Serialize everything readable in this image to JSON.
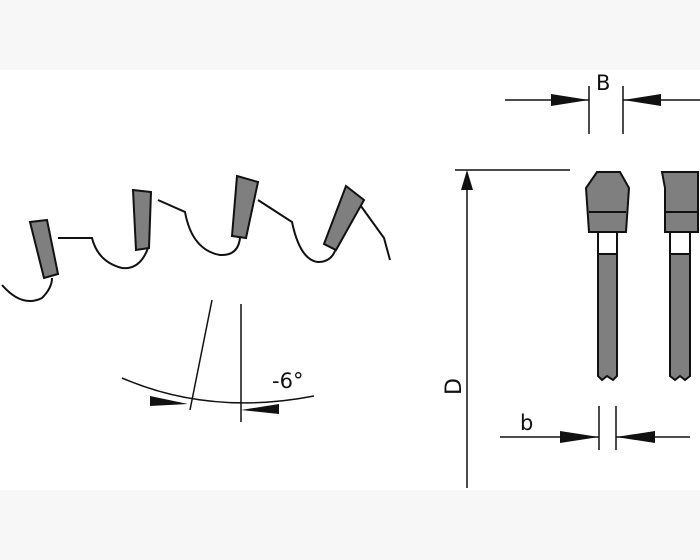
{
  "labels": {
    "thickness_body": "B",
    "thickness_tip": "b",
    "diameter": "D",
    "hook_angle": "-6°"
  },
  "colors": {
    "tip_fill": "#7f7f7f",
    "line": "#111111",
    "panel": "#ffffff",
    "background": "#f7f7f7"
  }
}
